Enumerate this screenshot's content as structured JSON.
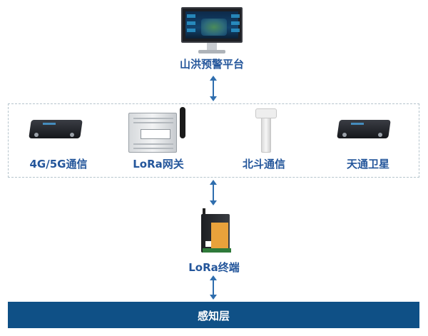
{
  "platform": {
    "label": "山洪预警平台"
  },
  "devices": [
    {
      "label": "4G/5G通信"
    },
    {
      "label": "LoRa网关"
    },
    {
      "label": "北斗通信"
    },
    {
      "label": "天通卫星"
    }
  ],
  "terminal": {
    "label": "LoRa终端"
  },
  "perception_layer": {
    "label": "感知层"
  }
}
